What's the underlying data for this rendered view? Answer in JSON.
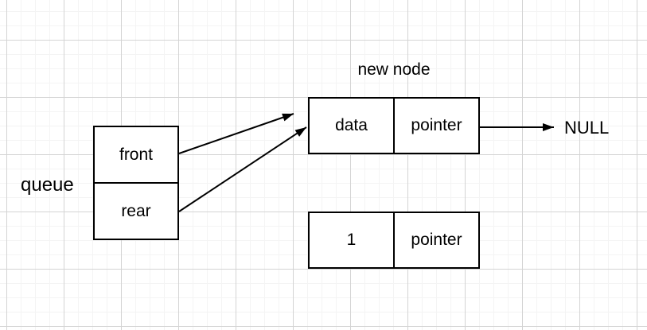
{
  "canvas": {
    "background": "#ffffff",
    "grid_minor_color": "#f4f4f4",
    "grid_major_color": "#d4d4d4",
    "stroke_color": "#000000",
    "text_color": "#000000"
  },
  "queue": {
    "label": "queue",
    "cells": [
      {
        "label": "front"
      },
      {
        "label": "rear"
      }
    ]
  },
  "new_node": {
    "label": "new node",
    "cells": [
      {
        "label": "data"
      },
      {
        "label": "pointer"
      }
    ]
  },
  "node1": {
    "cells": [
      {
        "label": "1"
      },
      {
        "label": "pointer"
      }
    ]
  },
  "null_label": "NULL",
  "edges": [
    {
      "from": "queue front",
      "to": "new node"
    },
    {
      "from": "queue rear",
      "to": "new node"
    },
    {
      "from": "new node pointer",
      "to": "NULL"
    }
  ]
}
